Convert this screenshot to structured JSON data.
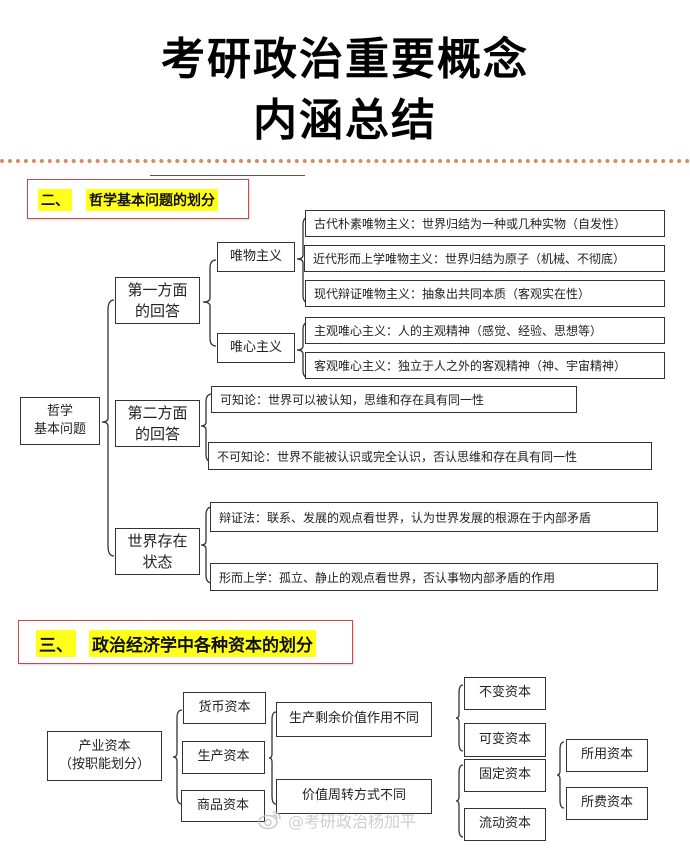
{
  "title": {
    "line1": "考研政治重要概念",
    "line2": "内涵总结"
  },
  "colors": {
    "divider": "#d98b62",
    "section_border": "#c9494a",
    "highlight": "#ffff1a",
    "box_border": "#333333"
  },
  "section2": {
    "number": "二、",
    "heading": "哲学基本问题的划分",
    "root": "哲学\n基本问题",
    "branches": [
      {
        "label": "第一方面\n的回答",
        "children": [
          {
            "label": "唯物主义",
            "items": [
              "古代朴素唯物主义：世界归结为一种或几种实物（自发性）",
              "近代形而上学唯物主义：世界归结为原子（机械、不彻底）",
              "现代辩证唯物主义：抽象出共同本质（客观实在性）"
            ]
          },
          {
            "label": "唯心主义",
            "items": [
              "主观唯心主义：人的主观精神（感觉、经验、思想等）",
              "客观唯心主义：独立于人之外的客观精神（神、宇宙精神）"
            ]
          }
        ]
      },
      {
        "label": "第二方面\n的回答",
        "items": [
          "可知论：世界可以被认知，思维和存在具有同一性",
          "不可知论：世界不能被认识或完全认识，否认思维和存在具有同一性"
        ]
      },
      {
        "label": "世界存在\n状态",
        "items": [
          "辩证法：联系、发展的观点看世界，认为世界发展的根源在于内部矛盾",
          "形而上学：孤立、静止的观点看世界，否认事物内部矛盾的作用"
        ]
      }
    ]
  },
  "section3": {
    "number": "三、",
    "heading": "政治经济学中各种资本的划分",
    "root": "产业资本\n（按职能划分）",
    "forms": [
      "货币资本",
      "生产资本",
      "商品资本"
    ],
    "criteria": [
      "生产剩余价值作用不同",
      "价值周转方式不同"
    ],
    "by_value_role": [
      "不变资本",
      "可变资本"
    ],
    "by_turnover": [
      "固定资本",
      "流动资本"
    ],
    "by_usage": [
      "所用资本",
      "所费资本"
    ]
  },
  "watermark": "@考研政治杨加平"
}
